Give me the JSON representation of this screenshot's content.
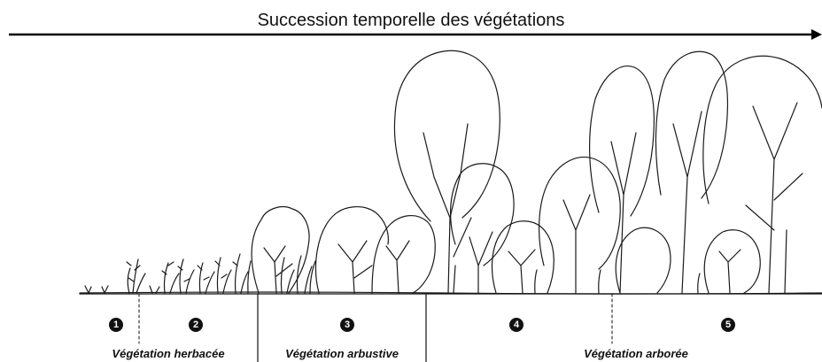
{
  "title": "Succession temporelle des végétations",
  "stages": [
    {
      "number": "1"
    },
    {
      "number": "2"
    },
    {
      "number": "3"
    },
    {
      "number": "4"
    },
    {
      "number": "5"
    }
  ],
  "groups": [
    {
      "label": "Végétation herbacée"
    },
    {
      "label": "Végétation arbustive"
    },
    {
      "label": "Végétation arborée"
    }
  ],
  "colors": {
    "ink": "#1a1a1a",
    "background": "#ffffff"
  }
}
